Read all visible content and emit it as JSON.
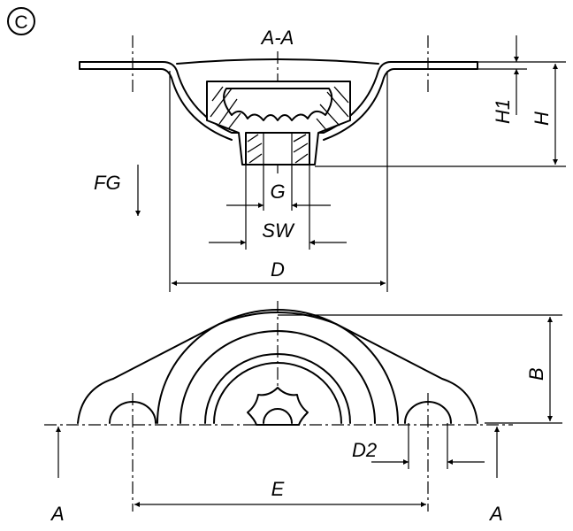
{
  "badge": "C",
  "section_title": "A-A",
  "labels": {
    "h1": "H1",
    "h": "H",
    "fg": "FG",
    "g": "G",
    "sw": "SW",
    "d": "D",
    "b": "B",
    "d2": "D2",
    "e": "E",
    "section_left": "A",
    "section_right": "A"
  }
}
